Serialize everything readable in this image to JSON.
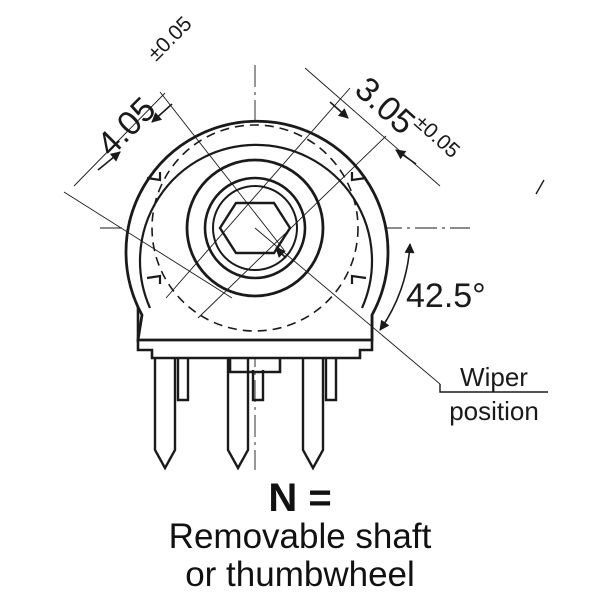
{
  "dimensions": {
    "d1": {
      "value": "4.05",
      "tolerance": "±0.05"
    },
    "d2": {
      "value": "3.05",
      "tolerance": "±0.05"
    },
    "angle": "42.5°"
  },
  "wiper_label": {
    "line1": "Wiper",
    "line2": "position"
  },
  "caption": {
    "title": "N =",
    "line1": "Removable shaft",
    "line2": "or thumbwheel"
  }
}
